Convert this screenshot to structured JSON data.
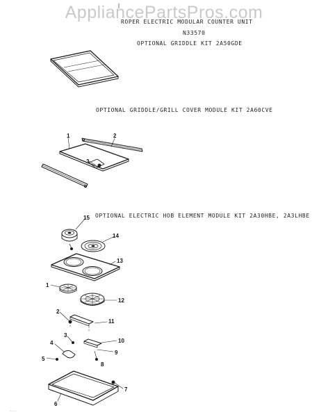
{
  "watermark": "AppliancePartsPros.com",
  "header": {
    "line1": "ROPER ELECTRIC MODULAR COUNTER UNIT",
    "line2": "N33570",
    "line3": "OPTIONAL GRIDDLE KIT 2A50GDE"
  },
  "section_griddle_grill": {
    "title": "OPTIONAL GRIDDLE/GRILL COVER MODULE KIT 2A60CVE",
    "callouts": [
      "1",
      "2",
      "3"
    ]
  },
  "section_hob": {
    "title": "OPTIONAL ELECTRIC HOB ELEMENT MODULE KIT 2A30HBE, 2A3LHBE",
    "callouts": [
      "15",
      "14",
      "13",
      "1",
      "12",
      "2",
      "11",
      "3",
      "10",
      "4",
      "9",
      "5",
      "8",
      "7",
      "6"
    ]
  },
  "footer_code": "----"
}
